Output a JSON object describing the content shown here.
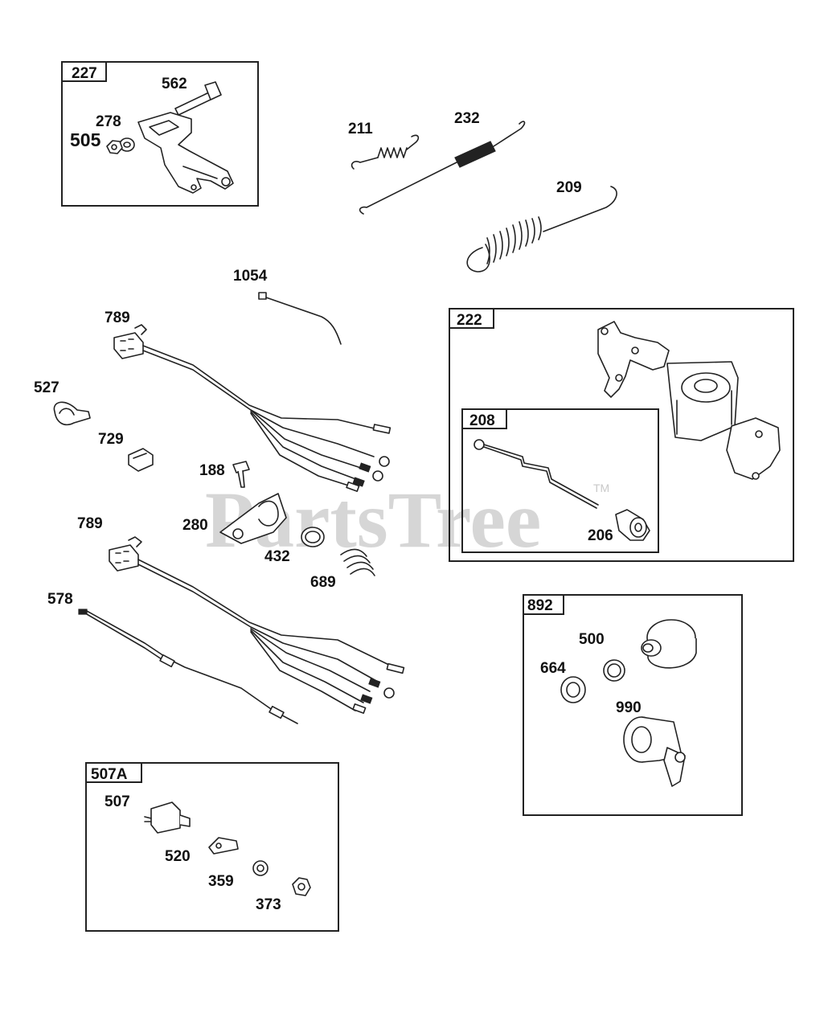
{
  "watermark": {
    "text": "PartsTree",
    "trademark": "TM"
  },
  "groups": [
    {
      "id": "227",
      "items": [
        "562",
        "278",
        "505"
      ]
    },
    {
      "id": "222",
      "items": []
    },
    {
      "id": "208",
      "items": [
        "206"
      ]
    },
    {
      "id": "892",
      "items": [
        "500",
        "664",
        "990"
      ]
    },
    {
      "id": "507A",
      "items": [
        "507",
        "520",
        "359",
        "373"
      ]
    }
  ],
  "labels": {
    "p211": "211",
    "p232": "232",
    "p209": "209",
    "p1054": "1054",
    "p789a": "789",
    "p527": "527",
    "p729": "729",
    "p188": "188",
    "p280": "280",
    "p432": "432",
    "p689": "689",
    "p789b": "789",
    "p578": "578",
    "p562": "562",
    "p278": "278",
    "p505": "505",
    "p206": "206",
    "p500": "500",
    "p664": "664",
    "p990": "990",
    "p507": "507",
    "p520": "520",
    "p359": "359",
    "p373": "373"
  },
  "tabs": {
    "t227": "227",
    "t222": "222",
    "t208": "208",
    "t892": "892",
    "t507A": "507A"
  }
}
